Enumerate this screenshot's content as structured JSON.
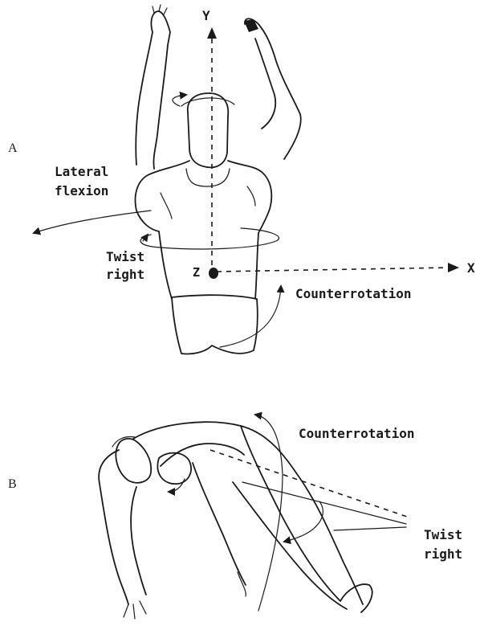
{
  "panel_a": {
    "panel_label": "A",
    "axis_y": "Y",
    "axis_x": "X",
    "axis_z": "Z",
    "lateral_flexion_line1": "Lateral",
    "lateral_flexion_line2": "flexion",
    "twist_line1": "Twist",
    "twist_line2": "right",
    "counterrotation": "Counterrotation"
  },
  "panel_b": {
    "panel_label": "B",
    "counterrotation": "Counterrotation",
    "twist_line1": "Twist",
    "twist_line2": "right"
  }
}
